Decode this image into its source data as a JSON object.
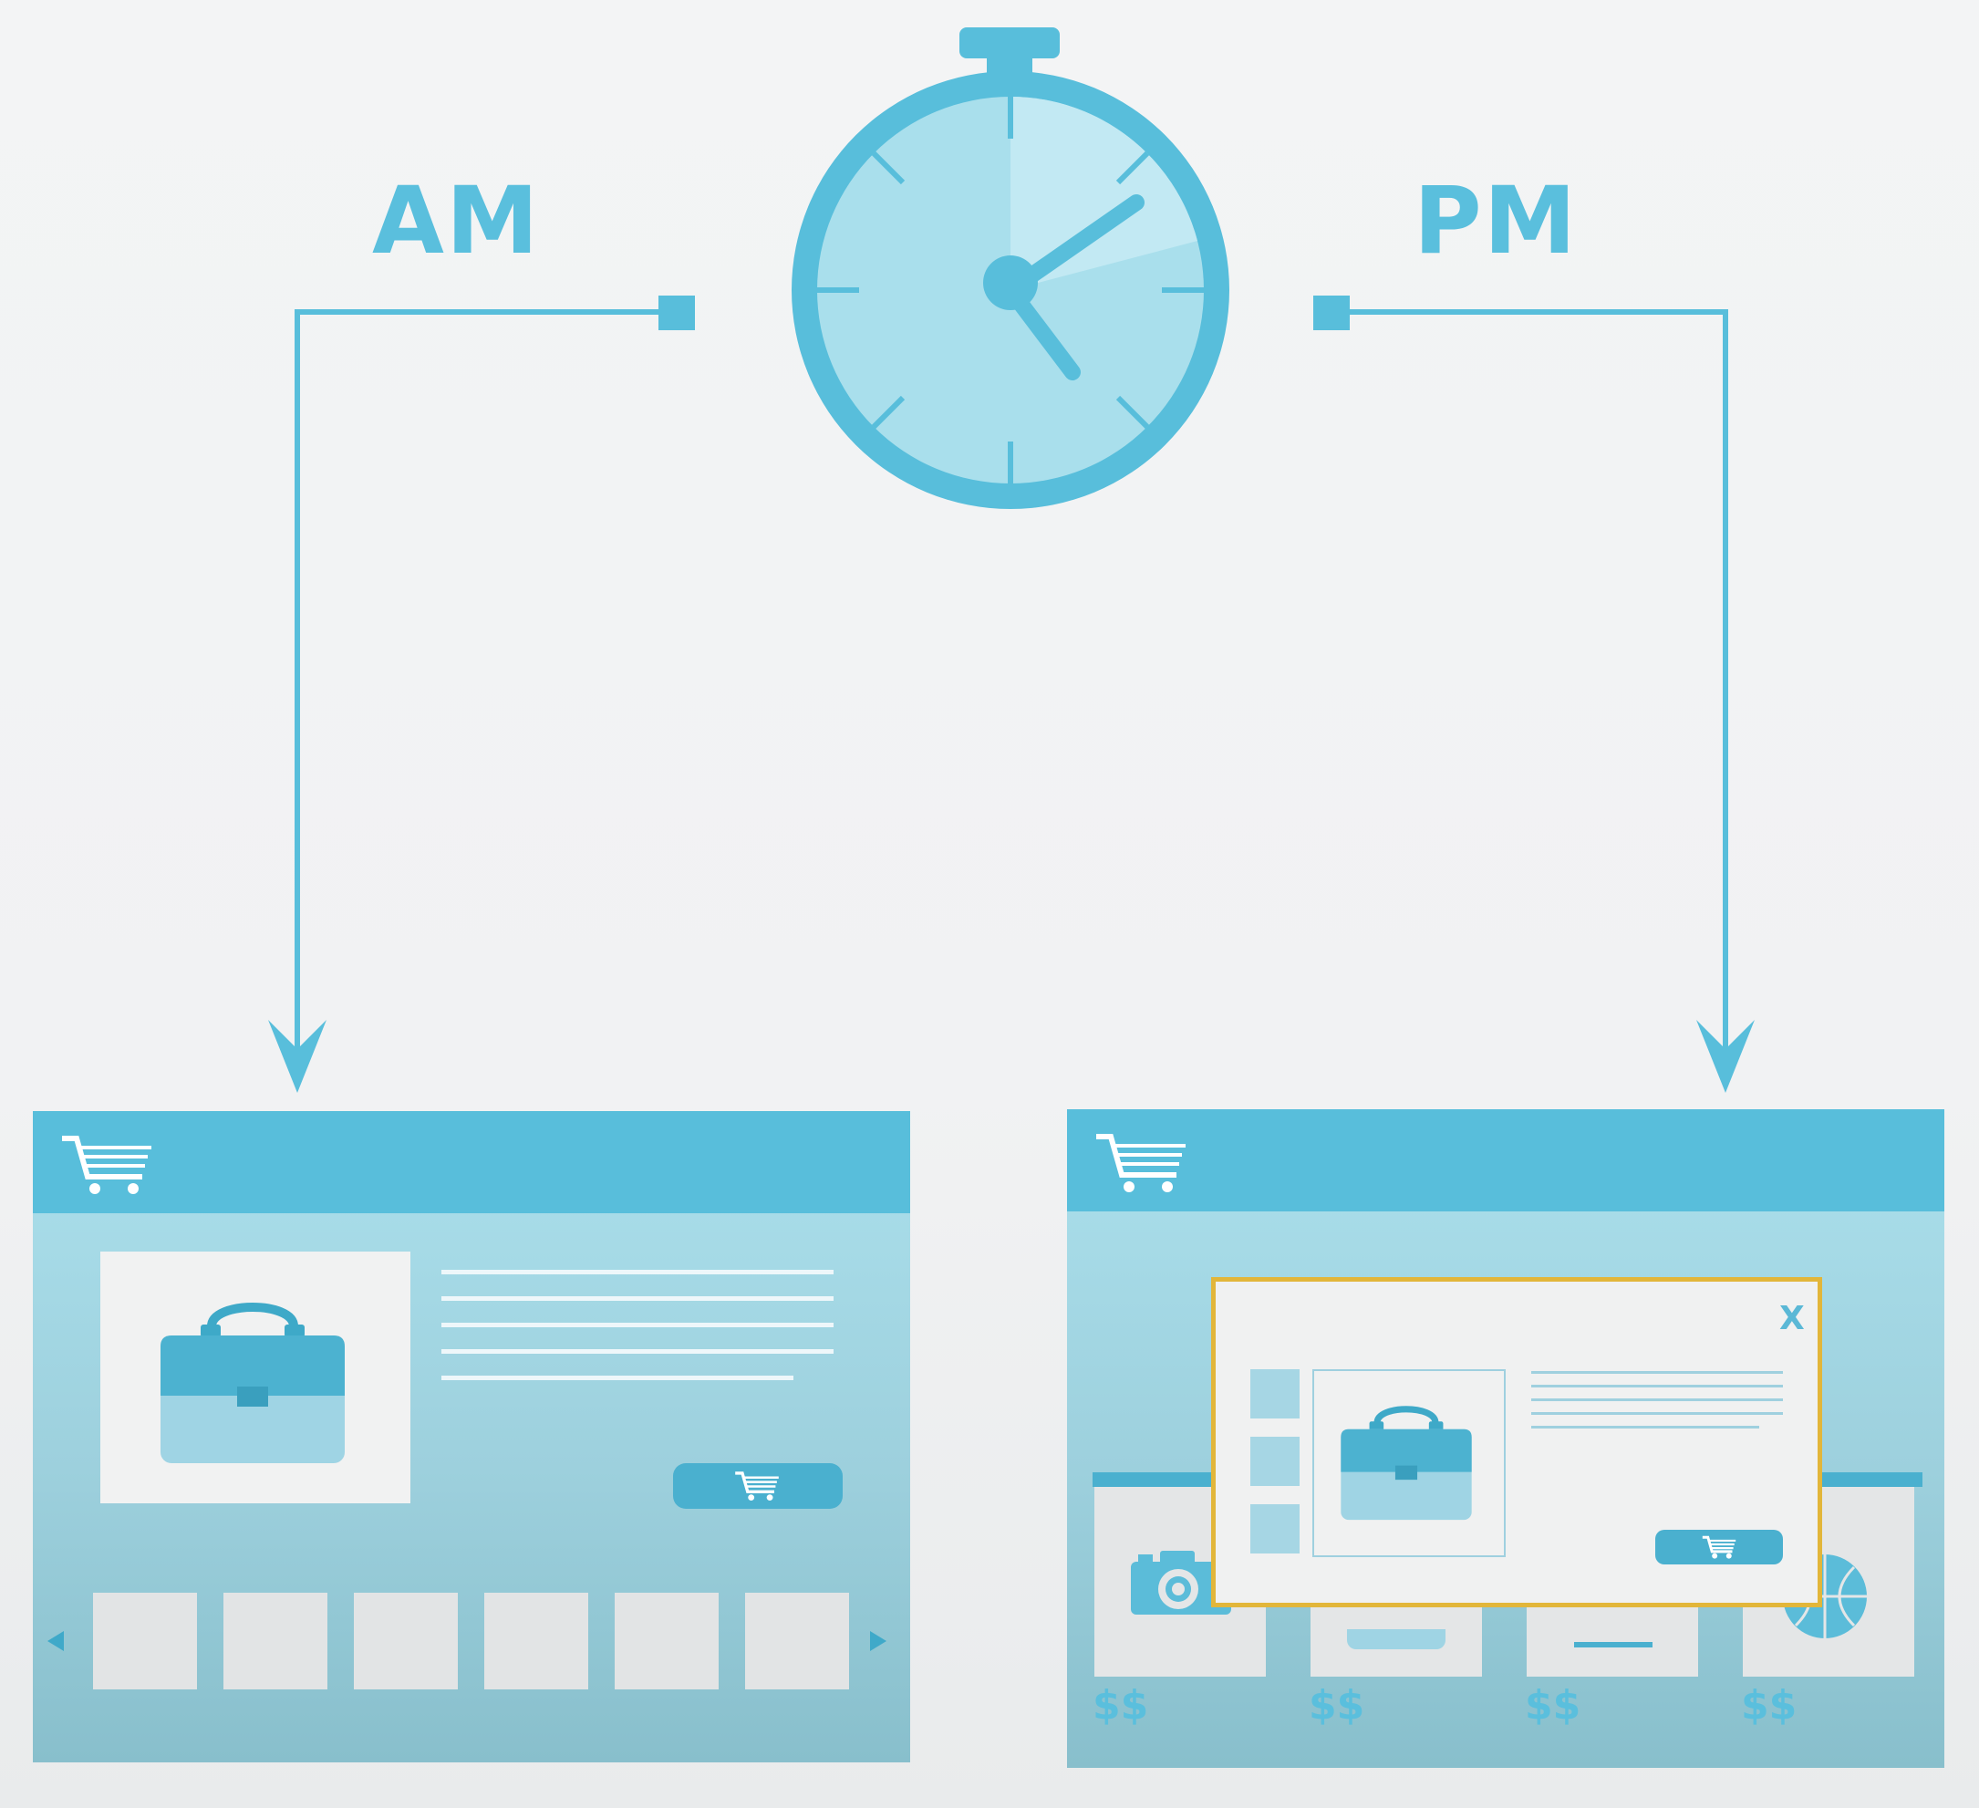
{
  "labels": {
    "am": "AM",
    "pm": "PM"
  },
  "left_page": {
    "header_icon": "shopping-cart-icon",
    "product_icon": "briefcase-icon",
    "carousel_prev_icon": "triangle-left-icon",
    "carousel_next_icon": "triangle-right-icon",
    "thumbnail_count": 6
  },
  "right_page": {
    "header_icon": "shopping-cart-icon",
    "popup": {
      "close_label": "X",
      "product_icon": "briefcase-icon"
    },
    "prices": [
      "$$",
      "$$",
      "$$",
      "$$"
    ]
  },
  "colors": {
    "accent": "#58bedb",
    "clock_face": "#a9dfec",
    "window_body": "#9dd0dd",
    "popup_border": "#e2b63a",
    "background": "#f2f3f4"
  }
}
